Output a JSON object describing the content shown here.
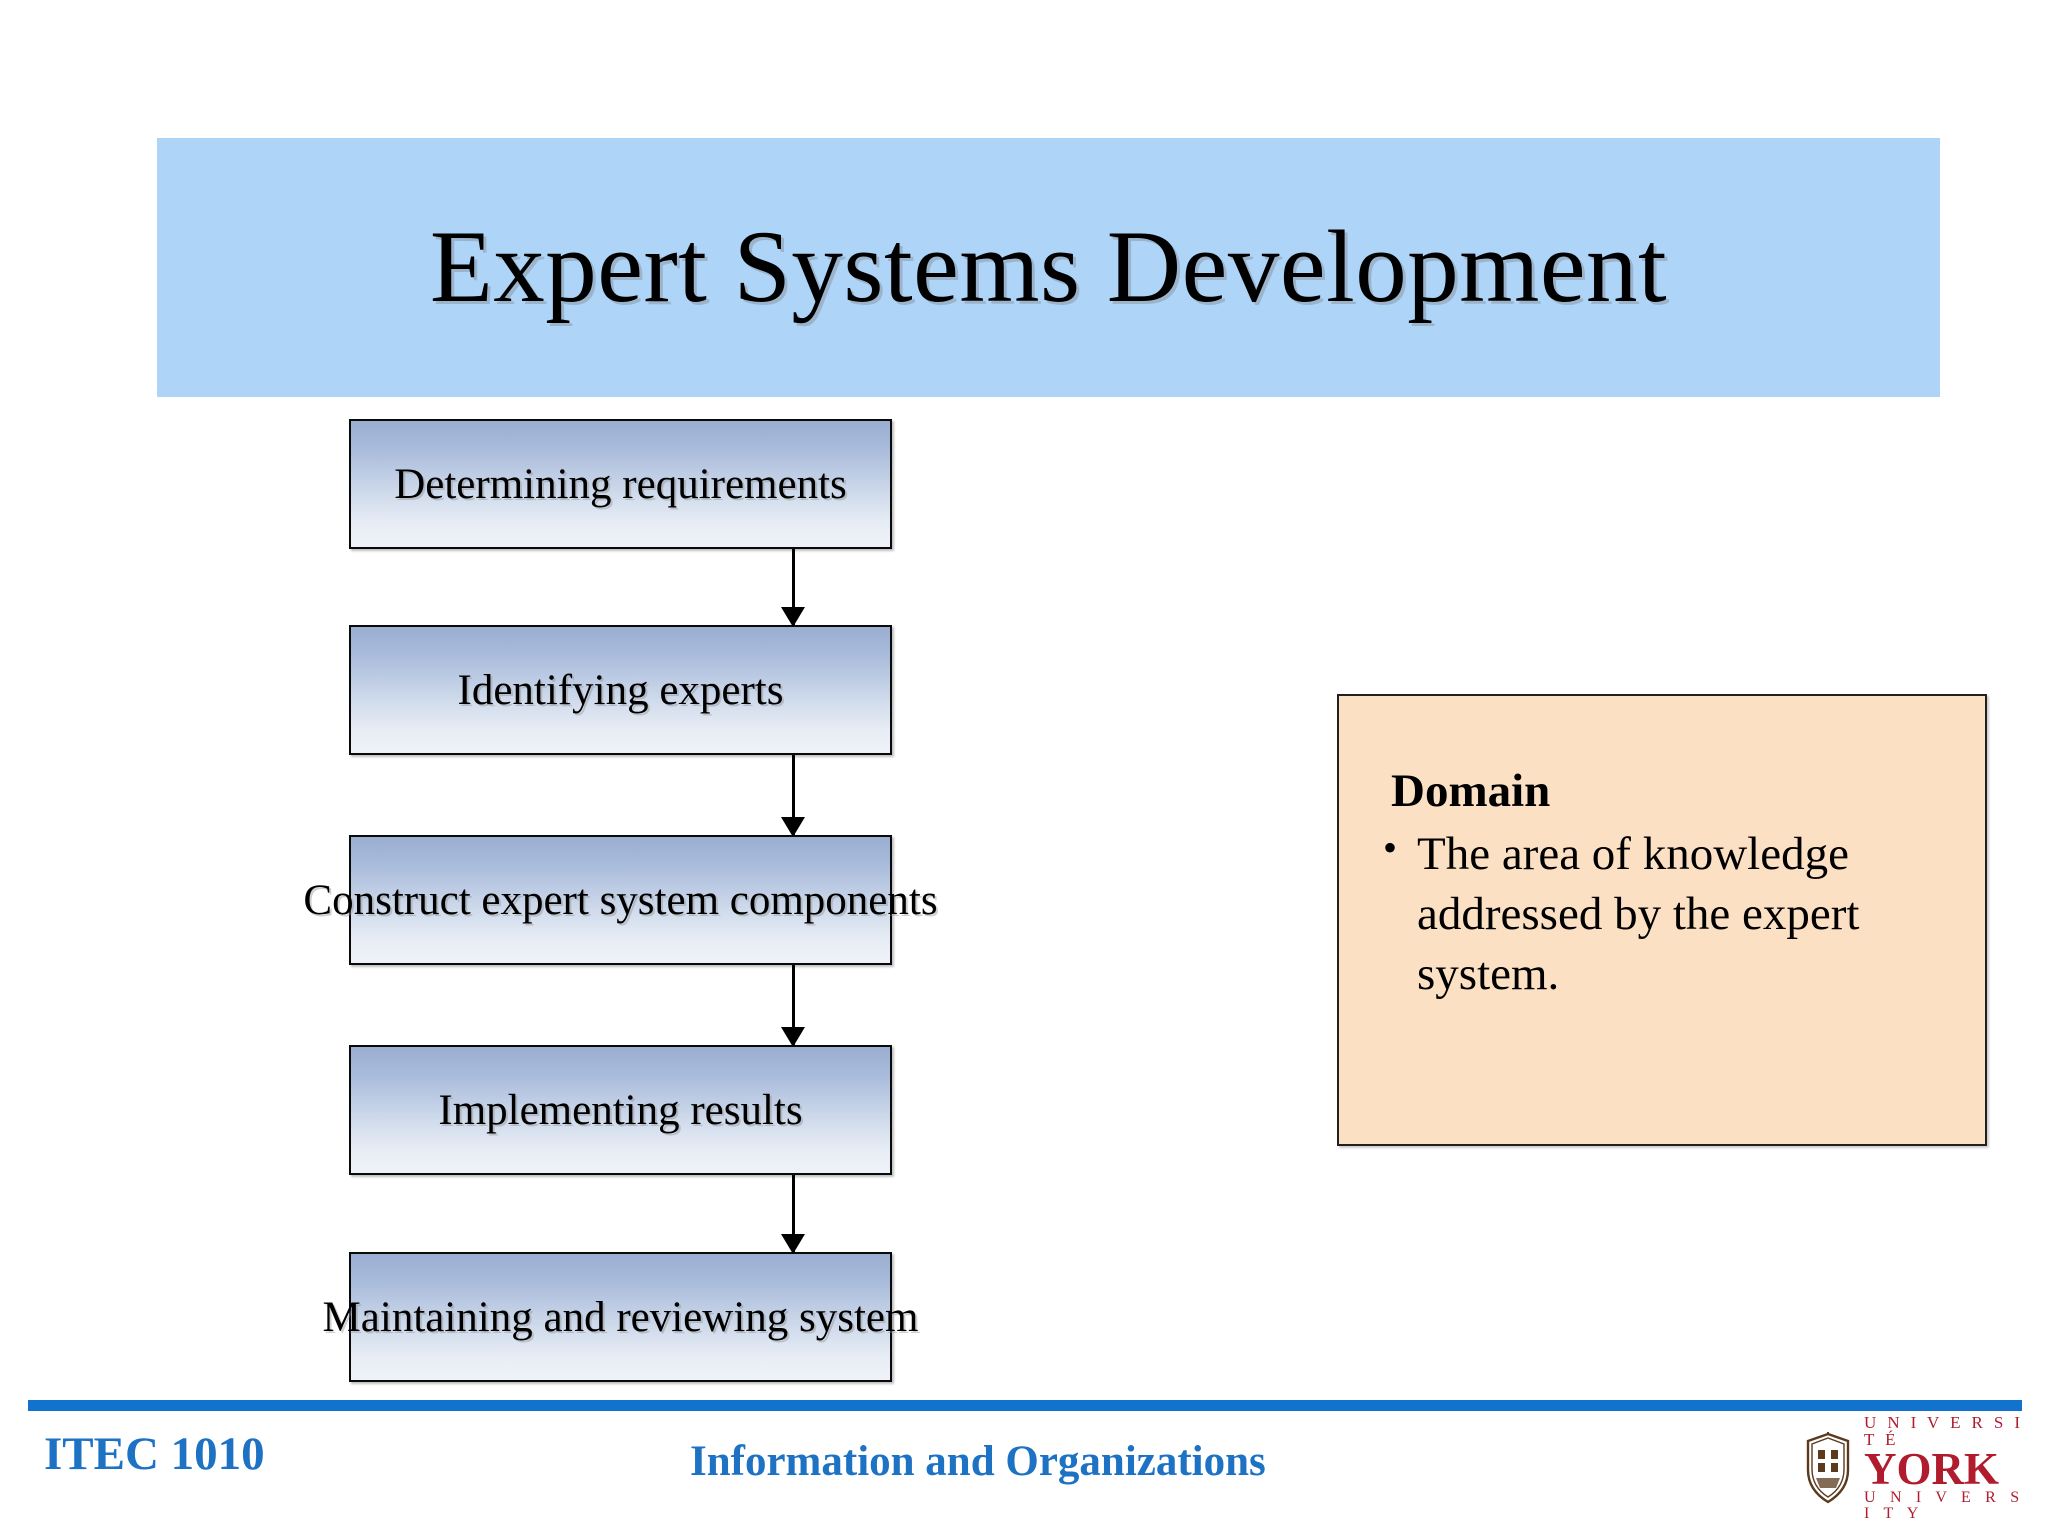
{
  "slide": {
    "title": "Expert Systems Development",
    "title_banner_color": "#aed4f7"
  },
  "flowchart": {
    "orientation": "vertical",
    "connector_style": "down-arrow",
    "steps": [
      {
        "label": "Determining requirements"
      },
      {
        "label": "Identifying experts"
      },
      {
        "label": "Construct expert system components"
      },
      {
        "label": "Implementing results"
      },
      {
        "label": "Maintaining and reviewing system"
      }
    ]
  },
  "callout": {
    "heading": "Domain",
    "background_color": "#fbe0c4",
    "bullets": [
      "The area of knowledge addressed by the expert system."
    ]
  },
  "footer": {
    "course_code": "ITEC 1010",
    "subject": "Information and Organizations",
    "rule_color": "#1273ce",
    "text_color": "#1d72c4"
  },
  "logo": {
    "crest_name": "york-university-crest",
    "line_top": "U N I V E R S I T É",
    "line_main": "YORK",
    "line_bottom": "U N I V E R S I T Y",
    "color": "#b01c2e"
  }
}
